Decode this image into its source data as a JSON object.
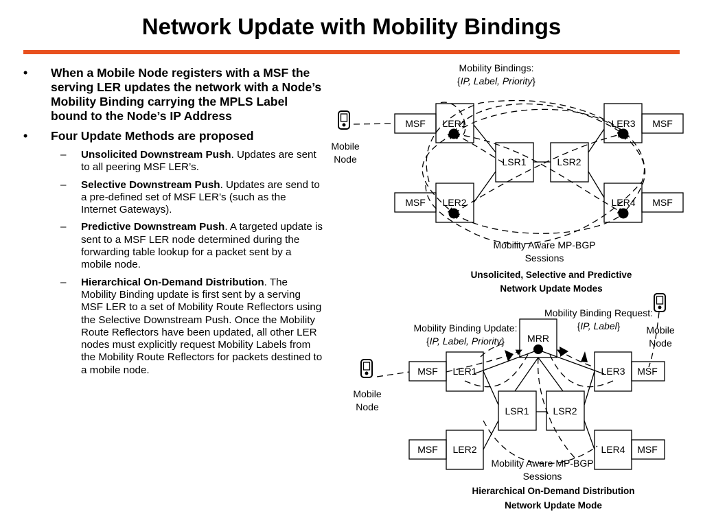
{
  "title": "Network Update with Mobility Bindings",
  "bullets": [
    {
      "text": "When a Mobile Node registers with a MSF the serving LER updates the network with a Node’s Mobility Binding carrying the MPLS Label bound to the Node’s IP Address"
    },
    {
      "text": "Four Update Methods are proposed",
      "subs": [
        {
          "term": "Unsolicited Downstream Push",
          "desc": ". Updates are sent to all peering MSF LER’s."
        },
        {
          "term": "Selective Downstream Push",
          "desc": ". Updates are send to a pre-defined set of MSF LER’s (such as the Internet Gateways)."
        },
        {
          "term": "Predictive Downstream Push",
          "desc": ". A targeted update is sent to a MSF LER node determined during the forwarding table lookup for a packet sent by a mobile node."
        },
        {
          "term": "Hierarchical On-Demand Distribution",
          "desc": ". The Mobility Binding update is first sent by a serving MSF LER to a set of Mobility Route Reflectors using the Selective Downstream Push. Once the Mobility Route Reflectors have been updated, all other LER nodes must explicitly request Mobility Labels from the Mobility Route Reflectors for packets destined to a mobile node."
        }
      ]
    }
  ],
  "diagram1": {
    "bindings_label": "Mobility Bindings:",
    "bindings_tuple_open": "{",
    "bindings_tuple": "IP, Label, Priority",
    "bindings_tuple_close": "}",
    "mobile_node": [
      "Mobile",
      "Node"
    ],
    "msf": "MSF",
    "ler1": "LER1",
    "ler2": "LER2",
    "ler3": "LER3",
    "ler4": "LER4",
    "lsr1": "LSR1",
    "lsr2": "LSR2",
    "sessions": [
      "Mobility Aware MP-BGP",
      "Sessions"
    ],
    "caption": [
      "Unsolicited, Selective and Predictive",
      "Network Update Modes"
    ]
  },
  "diagram2": {
    "update_label": "Mobility Binding Update:",
    "update_tuple_open": "{",
    "update_tuple": "IP, Label, Priority",
    "update_tuple_close": "}",
    "request_label": "Mobility Binding Request:",
    "request_tuple_open": "{",
    "request_tuple": "IP, Label",
    "request_tuple_close": "}",
    "mrr": "MRR",
    "mobile_node": [
      "Mobile",
      "Node"
    ],
    "msf": "MSF",
    "ler1": "LER1",
    "ler2": "LER2",
    "ler3": "LER3",
    "ler4": "LER4",
    "lsr1": "LSR1",
    "lsr2": "LSR2",
    "sessions": [
      "Mobility Aware MP-BGP",
      "Sessions"
    ],
    "caption": [
      "Hierarchical On-Demand Distribution",
      "Network Update Mode"
    ]
  }
}
